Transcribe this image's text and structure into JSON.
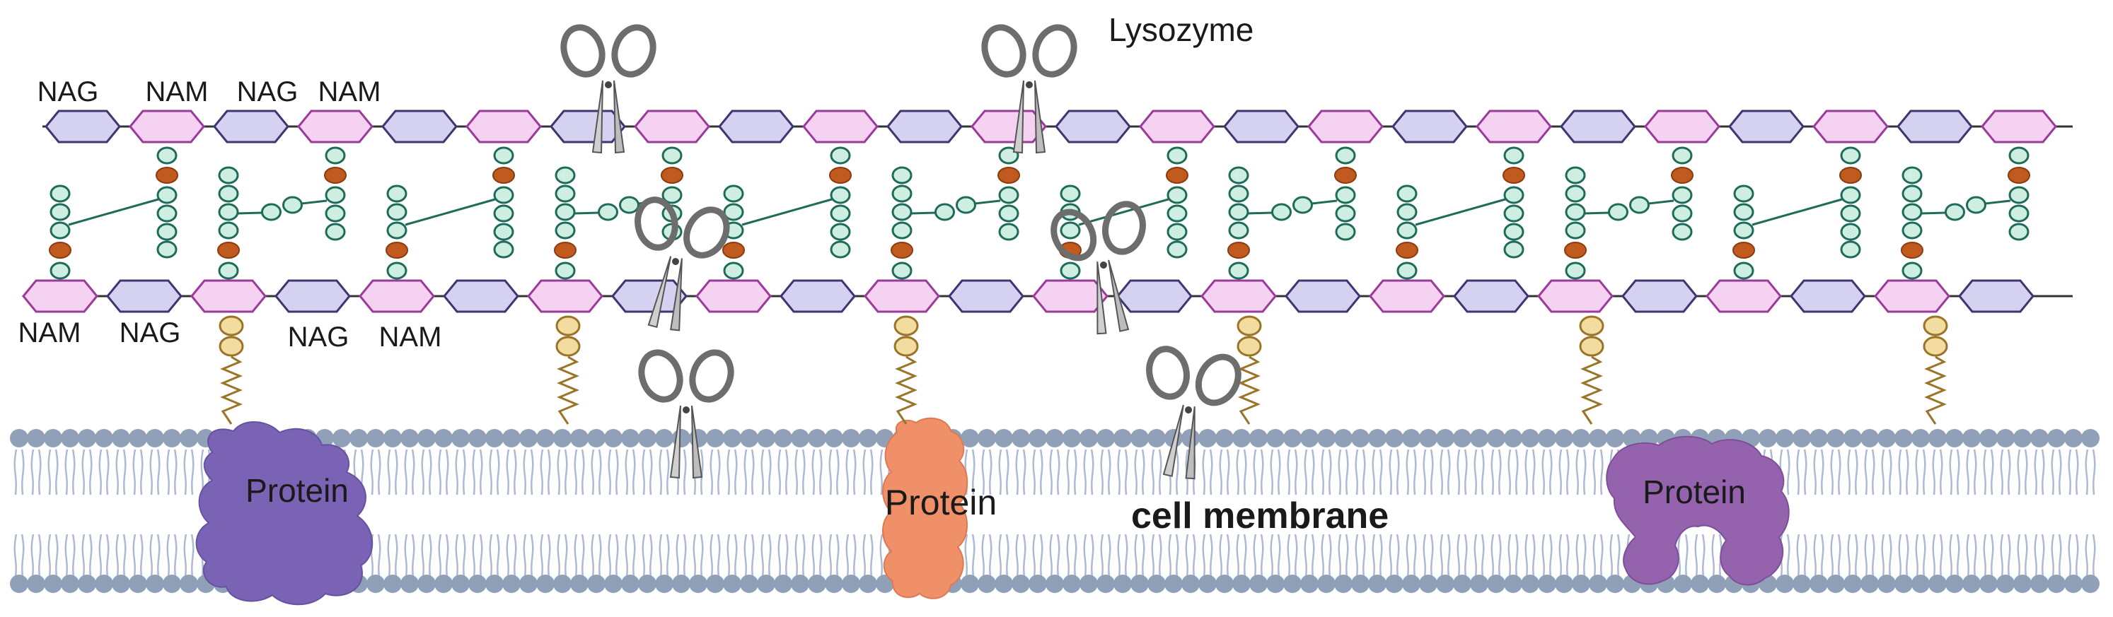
{
  "labels": {
    "nag": "NAG",
    "nam": "NAM",
    "lysozyme": "Lysozyme",
    "protein": "Protein",
    "cell_membrane": "cell membrane"
  },
  "colors": {
    "nag_fill": "#d5d1f0",
    "nag_stroke": "#3d3670",
    "nam_fill": "#f5d2f2",
    "nam_stroke": "#9a3a9a",
    "peptide_fill": "#cdeee0",
    "peptide_stroke": "#1f6b5a",
    "link_red": "#c05a1e",
    "anchor_fill": "#f3dca0",
    "anchor_stroke": "#9a7428",
    "membrane_head": "#8fa0b8",
    "membrane_tail": "#aeb9d2",
    "protein_purple": "#7a62b4",
    "protein_orange": "#ef9068",
    "protein_violet": "#9563ad",
    "scissors": "#6d6d6d"
  },
  "icons": [
    "scissors-icon",
    "protein-icon"
  ]
}
